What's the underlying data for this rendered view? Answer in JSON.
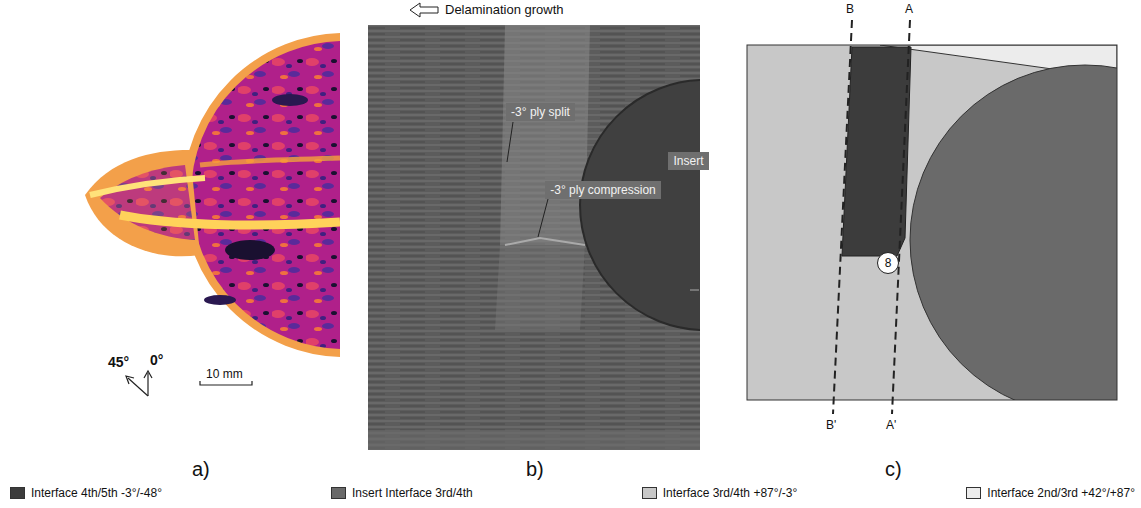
{
  "diagram": {
    "nodes": [
      {
        "text": [
          "-3° ply split"
        ]
      },
      {
        "text": [
          "-3° ply compression"
        ]
      },
      {
        "text": [
          "Insert"
        ]
      },
      {
        "text": [
          "8"
        ]
      }
    ],
    "labels": [
      "Delamination growth",
      "45°",
      "0°",
      "10 mm",
      "a)",
      "b)",
      "B",
      "A",
      "B'",
      "A'",
      "c)"
    ],
    "legend": [
      {
        "text": "Interface 4th/5th -3°/-48°",
        "color": "#3c3c3c"
      },
      {
        "text": "Insert Interface 3rd/4th",
        "color": "#6a6a6a"
      },
      {
        "text": "Interface 3rd/4th +87°/-3°",
        "color": "#c8c8c8"
      },
      {
        "text": "Interface 2nd/3rd +42°/+87°",
        "color": "#ececec"
      }
    ]
  }
}
